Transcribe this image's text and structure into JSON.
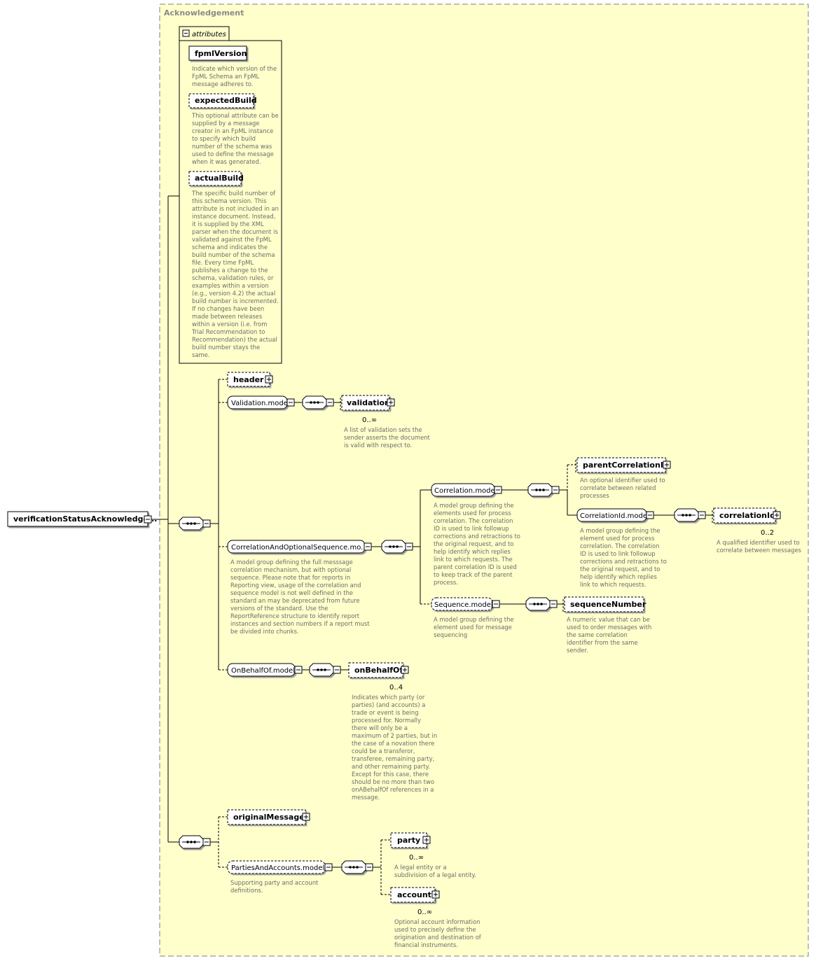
{
  "root": {
    "label": "verificationStatusAcknowledge..."
  },
  "group_title": "Acknowledgement",
  "attributes": {
    "tab": "attributes",
    "items": [
      {
        "name": "fpmlVersion",
        "optional": false,
        "doc": [
          "Indicate which version of the",
          "FpML Schema an FpML",
          "message adheres to."
        ]
      },
      {
        "name": "expectedBuild",
        "optional": true,
        "doc": [
          "This optional attribute can be",
          "supplied by a message",
          "creator in an FpML instance",
          "to specify which build",
          "number of the schema was",
          "used to define the message",
          "when it was generated."
        ]
      },
      {
        "name": "actualBuild",
        "optional": true,
        "doc": [
          "The specific build number of",
          "this schema version. This",
          "attribute is not included in an",
          "instance document. Instead,",
          "it is supplied by the XML",
          "parser when the document is",
          "validated against the FpML",
          "schema and indicates the",
          "build number of the schema",
          "file. Every time FpML",
          "publishes a change to the",
          "schema, validation rules, or",
          "examples within a version",
          "(e.g., version 4.2) the actual",
          "build number is incremented.",
          "If no changes have been",
          "made between releases",
          "within a version (i.e. from",
          "Trial Recommendation to",
          "Recommendation) the actual",
          "build number stays the",
          "same."
        ]
      }
    ]
  },
  "elements": {
    "header": {
      "label": "header"
    },
    "validation_model": {
      "label": "Validation.model"
    },
    "validation": {
      "label": "validation",
      "occurs": "0..∞",
      "doc": [
        "A list of validation sets the",
        "sender asserts the document",
        "is valid with respect to."
      ]
    },
    "corr_opt_seq": {
      "label": "CorrelationAndOptionalSequence.mo...",
      "doc": [
        "A model group defining the full messsage",
        "correlation mechanism, but with optional",
        "sequence. Please note that for reports in",
        "Reporting view, usage of the correlation and",
        "sequence model is not well defined in the",
        "standard an may be deprecated from future",
        "versions of the standard. Use the",
        "ReportReference structure to identify report",
        "instances and section numbers if a report must",
        "be divided into chunks."
      ]
    },
    "correlation_model": {
      "label": "Correlation.model",
      "doc": [
        "A model group defining the",
        "elements used for process",
        "correlation. The correlation",
        "ID is used to link followup",
        "corrections and retractions to",
        "the original request, and to",
        "help identify which replies",
        "link to which requests. The",
        "parent correlation ID is used",
        "to keep track of the parent",
        "process."
      ]
    },
    "parent_correlation_id": {
      "label": "parentCorrelationId",
      "doc": [
        "An optional identifier used to",
        "correlate between related",
        "processes"
      ]
    },
    "correlation_id_model": {
      "label": "CorrelationId.model",
      "doc": [
        "A model group defining the",
        "element used for process",
        "correlation. The correlation",
        "ID is used to link followup",
        "corrections and retractions to",
        "the original request, and to",
        "help identify which replies",
        "link to which requests."
      ]
    },
    "correlation_id": {
      "label": "correlationId",
      "occurs": "0..2",
      "doc": [
        "A qualified identifier used to",
        "correlate between messages"
      ]
    },
    "sequence_model": {
      "label": "Sequence.model",
      "doc": [
        "A model group defining the",
        "element used for message",
        "sequencing"
      ]
    },
    "sequence_number": {
      "label": "sequenceNumber",
      "doc": [
        "A numeric value that can be",
        "used to order messages with",
        "the same correlation",
        "identifier from the same",
        "sender."
      ]
    },
    "on_behalf_of_model": {
      "label": "OnBehalfOf.model"
    },
    "on_behalf_of": {
      "label": "onBehalfOf",
      "occurs": "0..4",
      "doc": [
        "Indicates which party (or",
        "parties) (and accounts) a",
        "trade or event is being",
        "processed for. Normally",
        "there will only be a",
        "maximum of 2 parties, but in",
        "the case of a novation there",
        "could be a transferor,",
        "transferee, remaining party,",
        "and other remaining party.",
        "Except for this case, there",
        "should be no more than two",
        "onABehalfOf references in a",
        "message."
      ]
    },
    "original_message": {
      "label": "originalMessage"
    },
    "parties_accounts_model": {
      "label": "PartiesAndAccounts.model",
      "doc": [
        "Supporting party and account",
        "definitions."
      ]
    },
    "party": {
      "label": "party",
      "occurs": "0..∞",
      "doc": [
        "A legal entity or a",
        "subdivision of a legal entity."
      ]
    },
    "account": {
      "label": "account",
      "occurs": "0..∞",
      "doc": [
        "Optional account information",
        "used to precisely define the",
        "origination and destination of",
        "financial instruments."
      ]
    }
  },
  "colors": {
    "group_fill": "#ffffcc",
    "group_border": "#808080",
    "annotation": "#6b6b6b"
  }
}
